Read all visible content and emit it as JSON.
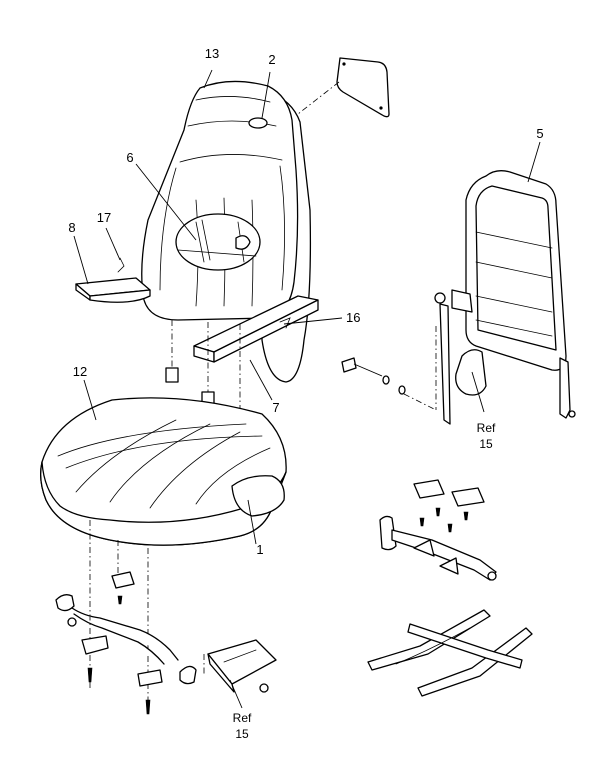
{
  "diagram": {
    "callouts": {
      "c1": "1",
      "c2": "2",
      "c5": "5",
      "c6": "6",
      "c7": "7",
      "c8": "8",
      "c12": "12",
      "c13": "13",
      "c16": "16",
      "c17": "17"
    },
    "references": {
      "ref_right": {
        "word": "Ref",
        "number": "15"
      },
      "ref_bottom": {
        "word": "Ref",
        "number": "15"
      }
    }
  }
}
